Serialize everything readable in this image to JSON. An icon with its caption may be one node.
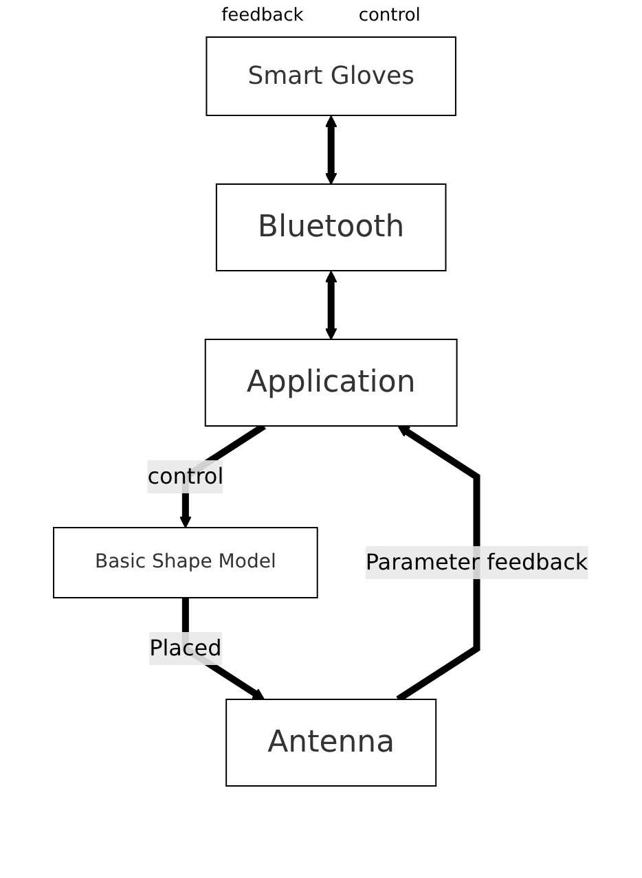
{
  "diagram": {
    "nodes": [
      {
        "text": [
          "Smart Gloves"
        ]
      },
      {
        "text": [
          "Bluetooth"
        ]
      },
      {
        "text": [
          "Application"
        ]
      },
      {
        "text": [
          "Basic Shape Model"
        ]
      },
      {
        "text": [
          "Antenna"
        ]
      }
    ],
    "edges": [
      {
        "from": 0,
        "to": 1,
        "arrow": "both"
      },
      {
        "from": 1,
        "to": 2,
        "arrow": "both"
      },
      {
        "from": 2,
        "to": 3,
        "arrow": "to",
        "label": "control"
      },
      {
        "from": 3,
        "to": 4,
        "arrow": "to",
        "label": "Placed"
      },
      {
        "from": 4,
        "to": 2,
        "arrow": "to",
        "label": "Parameter feedback"
      }
    ],
    "labels": [
      "feedback",
      "control"
    ]
  }
}
